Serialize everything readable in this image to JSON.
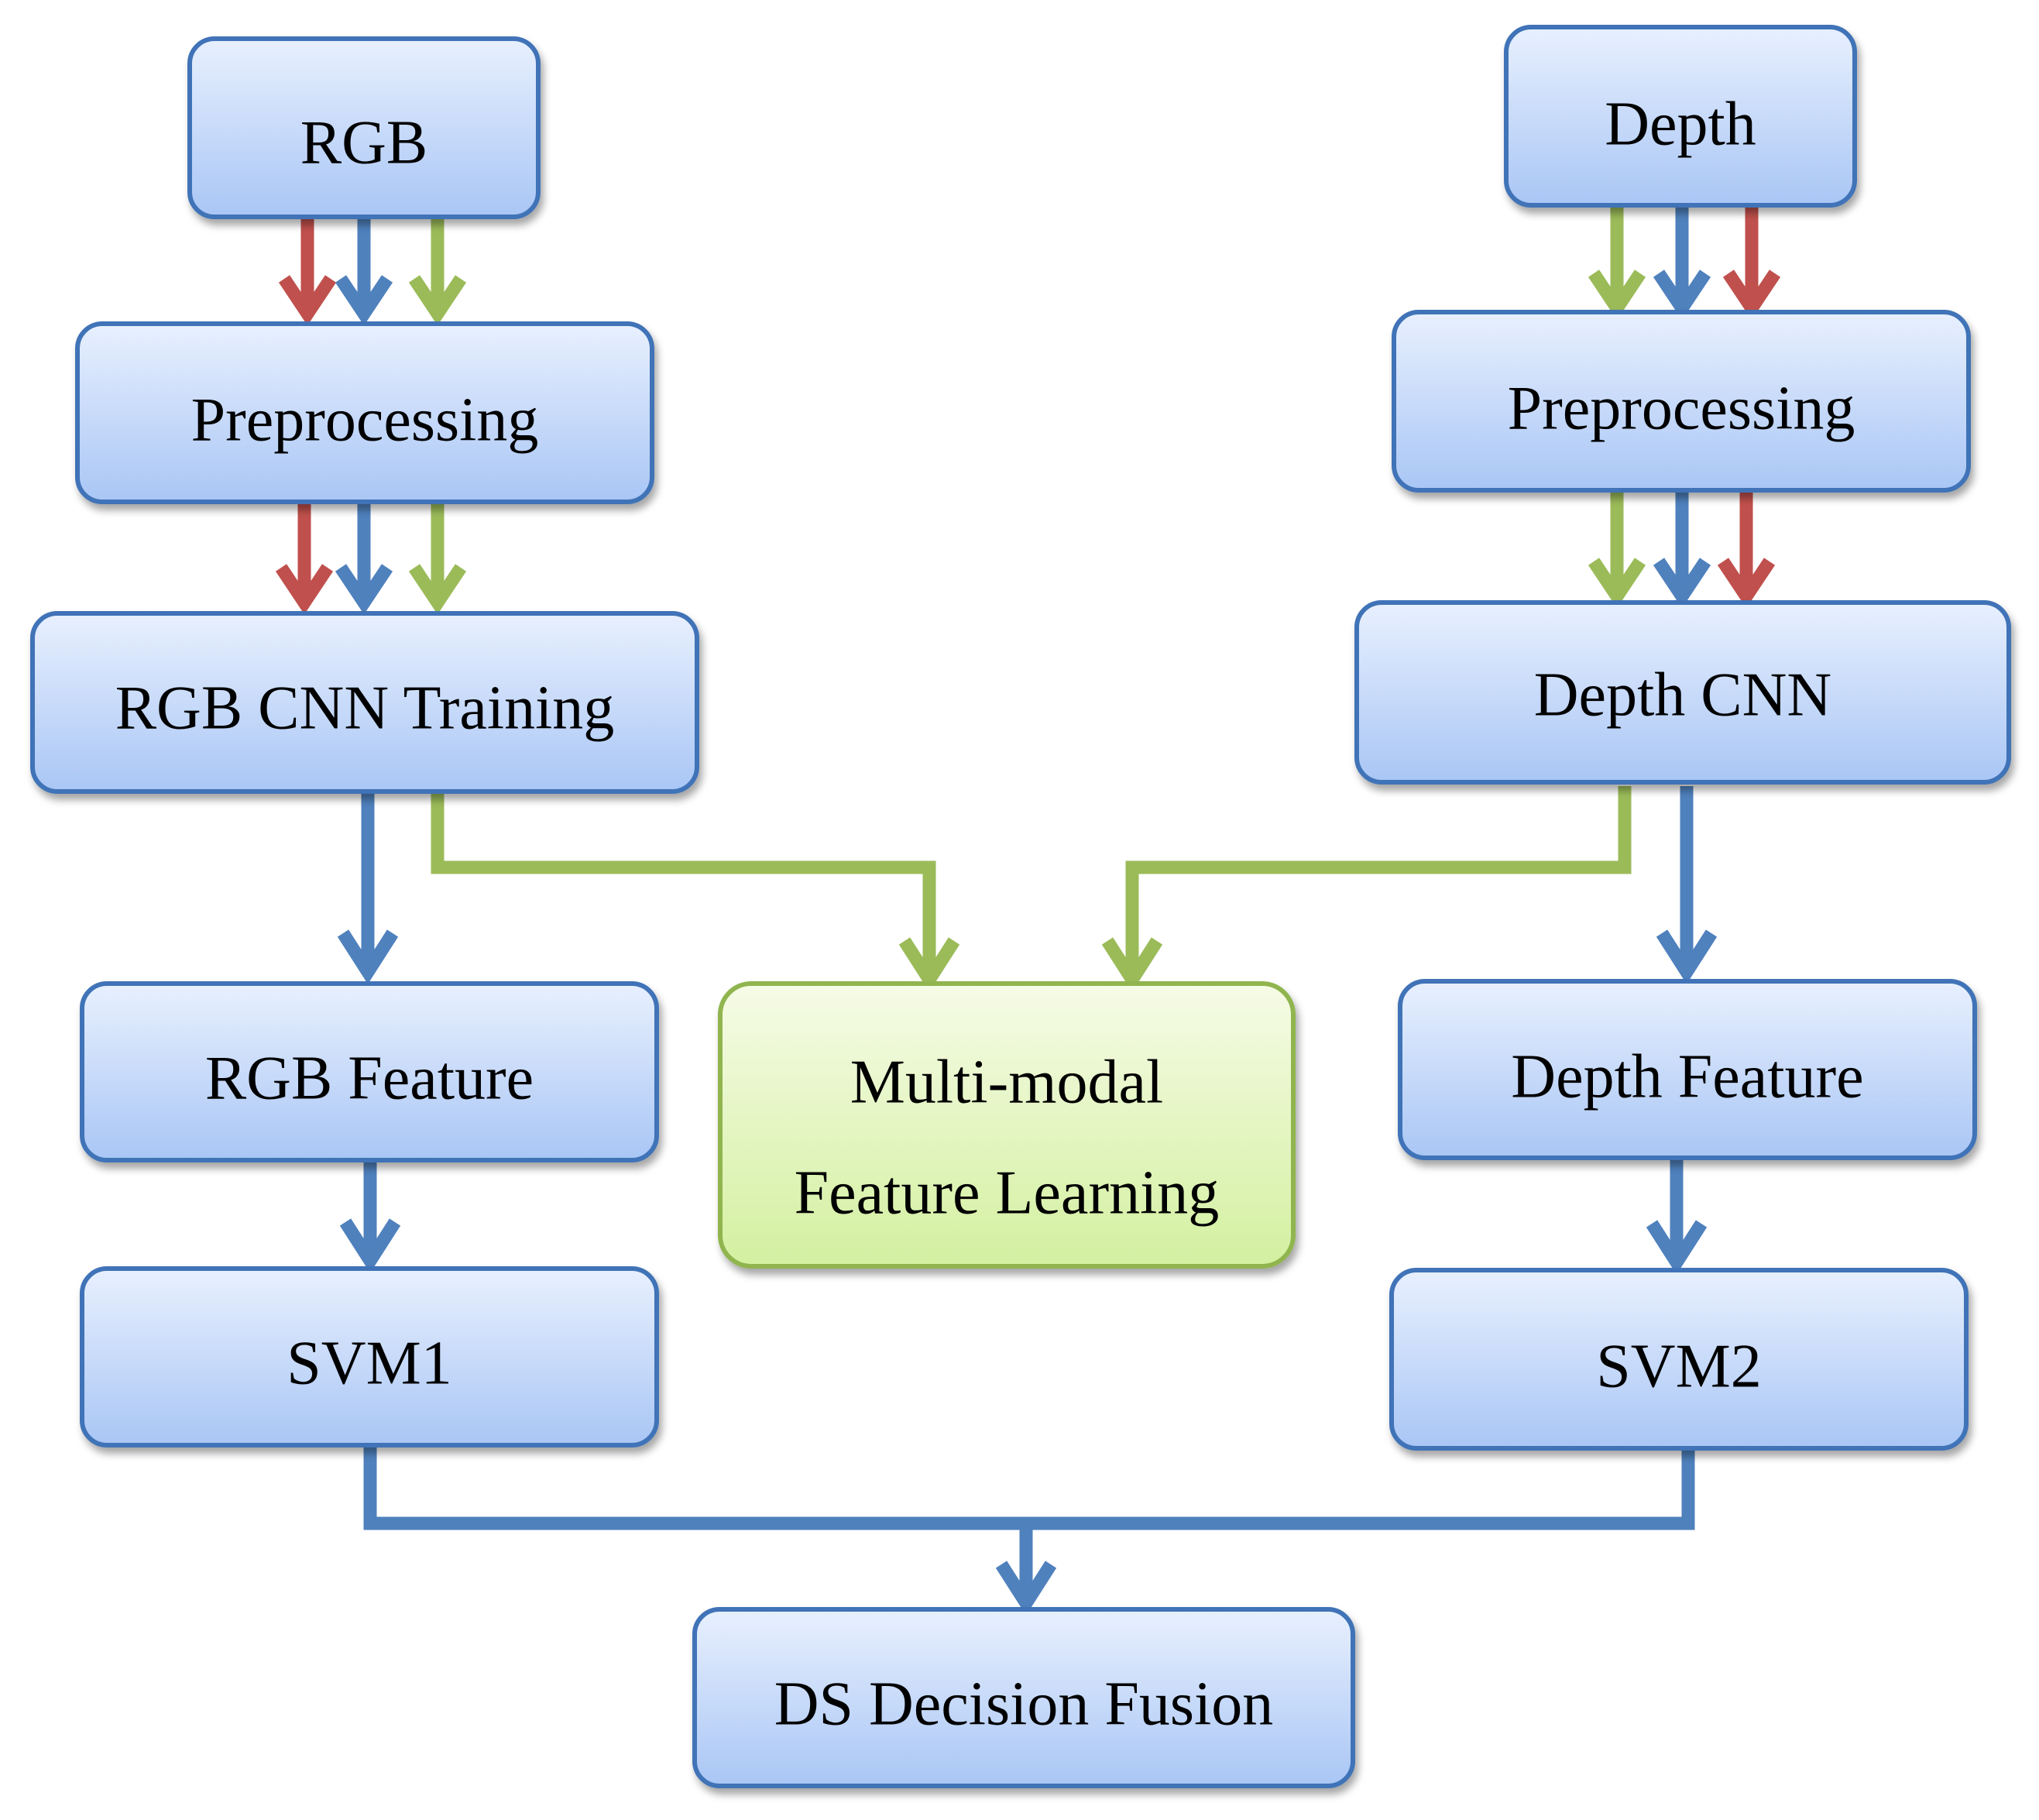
{
  "colors": {
    "blue_box_top": "#e8f0fe",
    "blue_box_bottom": "#a9c6f5",
    "blue_border": "#3f73b7",
    "green_box_top": "#f6fbe6",
    "green_box_bottom": "#d3f0a0",
    "green_border": "#90b550",
    "arrow_red": "#c0504d",
    "arrow_blue": "#4f81bd",
    "arrow_green": "#9bbb59"
  },
  "nodes": {
    "rgb": "RGB",
    "depth": "Depth",
    "rgb_preprocessing": "Preprocessing",
    "depth_preprocessing": "Preprocessing",
    "rgb_cnn": "RGB CNN Training",
    "depth_cnn": "Depth CNN",
    "rgb_feature": "RGB Feature",
    "depth_feature": "Depth Feature",
    "multimodal_line1": "Multi-modal",
    "multimodal_line2": "Feature Learning",
    "svm1": "SVM1",
    "svm2": "SVM2",
    "fusion": "DS Decision Fusion"
  }
}
